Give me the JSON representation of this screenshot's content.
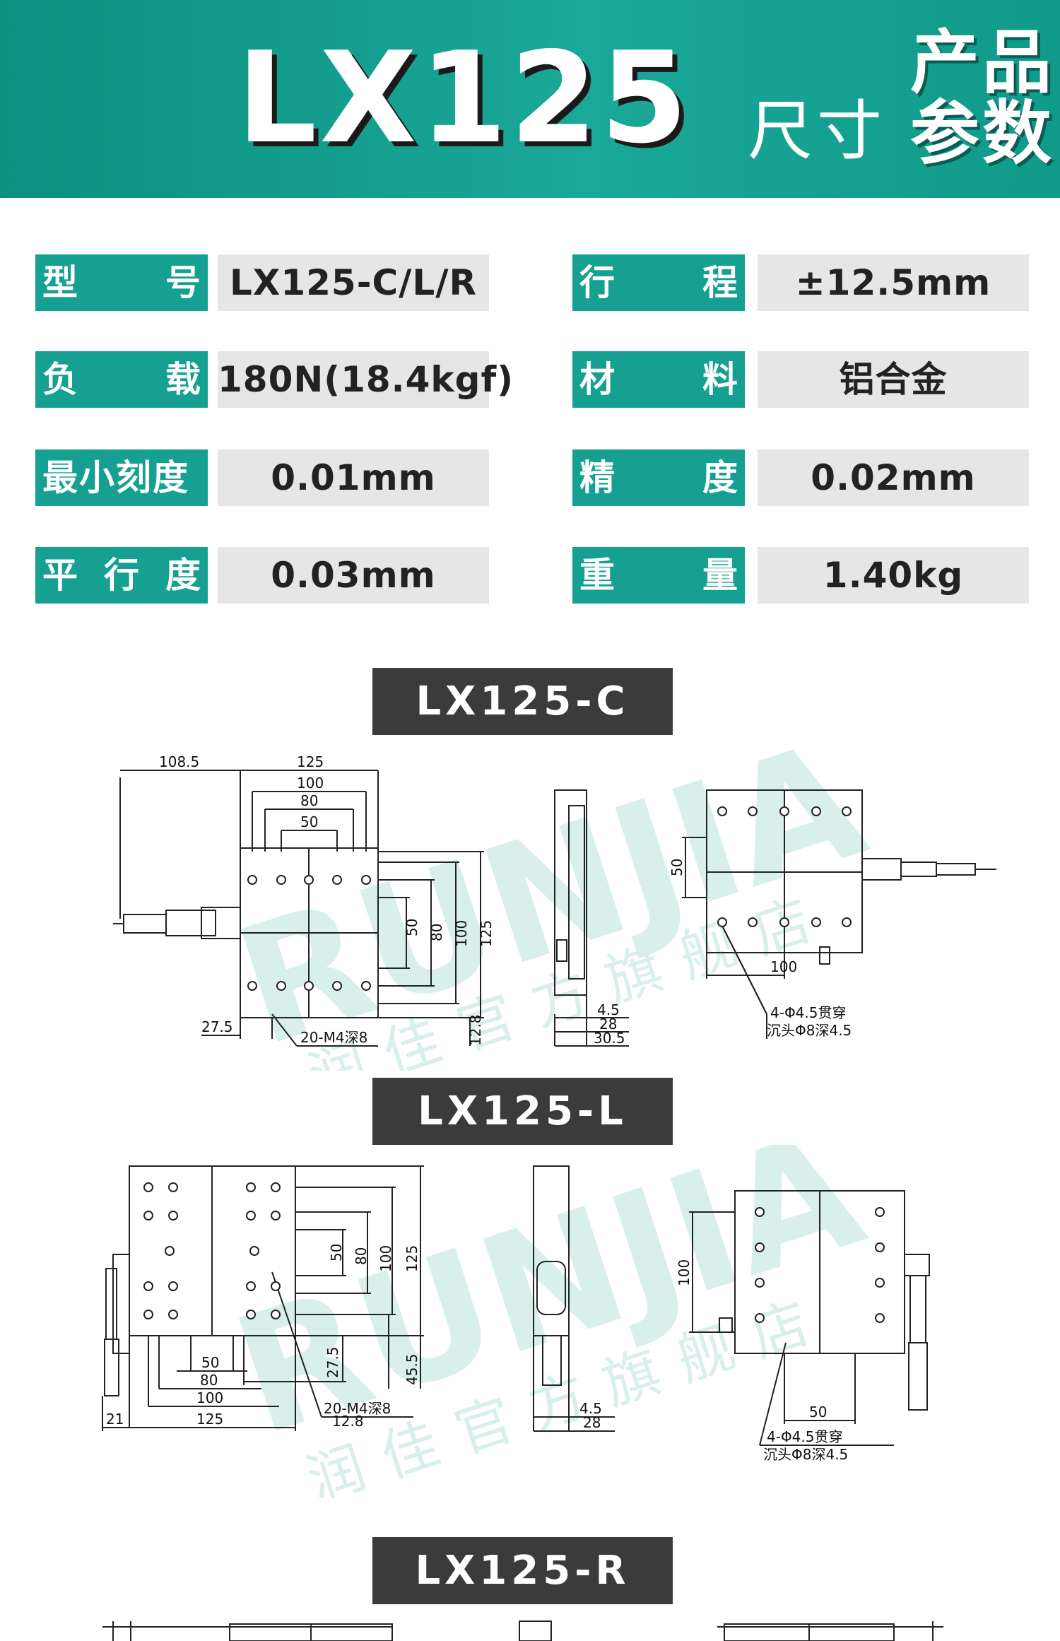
{
  "header": {
    "model": "LX125",
    "size_label": "尺寸",
    "product_line1": "产品",
    "product_line2": "参数"
  },
  "specs": [
    {
      "label_a": "型",
      "label_b": "号",
      "value": "LX125-C/L/R"
    },
    {
      "label_a": "行",
      "label_b": "程",
      "value": "±12.5mm"
    },
    {
      "label_a": "负",
      "label_b": "载",
      "value": "180N(18.4kgf)"
    },
    {
      "label_a": "材",
      "label_b": "料",
      "value": "铝合金"
    },
    {
      "label_a": "最小刻度",
      "label_b": "",
      "value": "0.01mm"
    },
    {
      "label_a": "精",
      "label_b": "度",
      "value": "0.02mm"
    },
    {
      "label_a": "平",
      "label_b": "行",
      "label_c": "度",
      "value": "0.03mm"
    },
    {
      "label_a": "重",
      "label_b": "量",
      "value": "1.40kg"
    }
  ],
  "sections": {
    "c": "LX125-C",
    "l": "LX125-L",
    "r": "LX125-R"
  },
  "watermark": {
    "latin": "RUNJIA",
    "cn": "润佳官方旗舰店"
  },
  "drawing_c": {
    "dims": [
      "108.5",
      "125",
      "100",
      "80",
      "50",
      "50",
      "80",
      "100",
      "125",
      "27.5",
      "20-M4深8",
      "12.8",
      "4.5",
      "28",
      "30.5",
      "50",
      "100"
    ],
    "note1": "4-Φ4.5贯穿",
    "note2": "沉头Φ8深4.5"
  },
  "drawing_l": {
    "dims": [
      "50",
      "80",
      "100",
      "125",
      "27.5",
      "45.5",
      "50",
      "80",
      "100",
      "125",
      "21",
      "20-M4深8",
      "12.8",
      "4.5",
      "28",
      "100",
      "50"
    ],
    "note1": "4-Φ4.5贯穿",
    "note2": "沉头Φ8深4.5"
  }
}
